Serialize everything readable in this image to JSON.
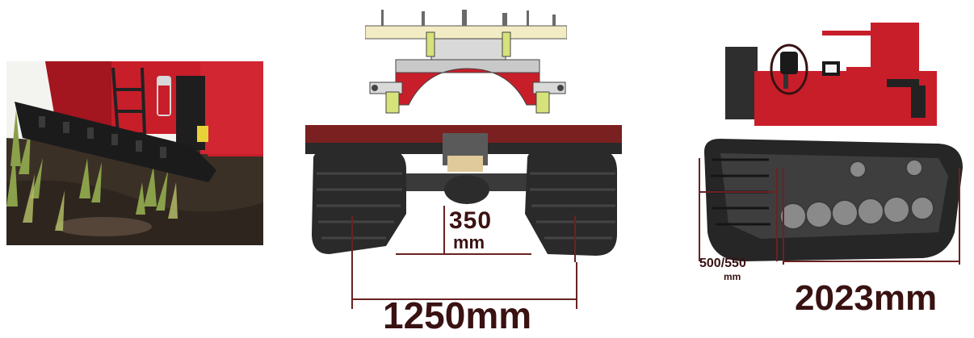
{
  "center_panel": {
    "gap_value": "350",
    "gap_unit": "mm",
    "width_label": "1250mm"
  },
  "right_panel": {
    "track_width_value": "500/550",
    "track_width_unit": "mm",
    "length_label": "2023mm"
  },
  "colors": {
    "machine_red": "#c81e2a",
    "dimension_text": "#3a1212",
    "dimension_line": "#6a2222",
    "rubber_track": "#2a2a2a",
    "mud": "#3b3026",
    "grass": "#8aa04a"
  }
}
